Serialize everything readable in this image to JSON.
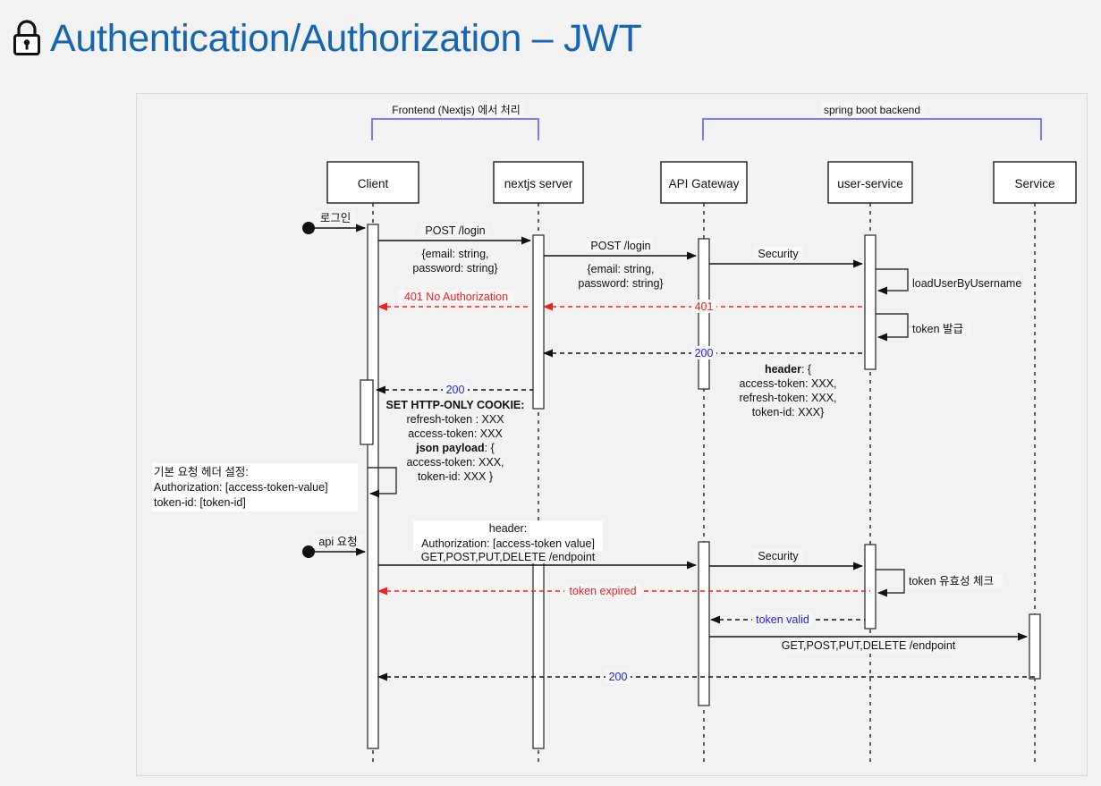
{
  "header": {
    "icon": "lock-icon",
    "title": "Authentication/Authorization – JWT",
    "title_color": "#1565B0"
  },
  "diagram": {
    "type": "sequence-diagram",
    "groups": [
      {
        "id": "frontend",
        "label": "Frontend (Nextjs) 에서 처리",
        "from": "Client",
        "to": "nextjs server",
        "color": "#6f6fe8"
      },
      {
        "id": "backend",
        "label": "spring boot backend",
        "from": "API Gateway",
        "to": "Service",
        "color": "#6f6fe8"
      }
    ],
    "participants": [
      {
        "id": "client",
        "label": "Client"
      },
      {
        "id": "nextjs",
        "label": "nextjs server"
      },
      {
        "id": "gateway",
        "label": "API Gateway"
      },
      {
        "id": "userservice",
        "label": "user-service"
      },
      {
        "id": "service",
        "label": "Service"
      }
    ],
    "messages": [
      {
        "id": "m1",
        "label": "로그인",
        "from": "actor",
        "to": "client",
        "style": "solid"
      },
      {
        "id": "m2",
        "label": "POST /login",
        "from": "client",
        "to": "nextjs",
        "style": "solid"
      },
      {
        "id": "m2b",
        "label_line1": "{email: string,",
        "label_line2": "password: string}",
        "style": "note"
      },
      {
        "id": "m3",
        "label": "POST /login",
        "from": "nextjs",
        "to": "gateway",
        "style": "solid"
      },
      {
        "id": "m3b",
        "label_line1": "{email: string,",
        "label_line2": "password: string}",
        "style": "note"
      },
      {
        "id": "m4",
        "label": "Security",
        "from": "gateway",
        "to": "userservice",
        "style": "solid"
      },
      {
        "id": "m5",
        "label": "loadUserByUsername",
        "from": "userservice",
        "to": "userservice",
        "style": "self"
      },
      {
        "id": "m6",
        "label": "401 No Authorization",
        "from": "nextjs",
        "to": "client",
        "style": "dashed-red"
      },
      {
        "id": "m7",
        "label": "401",
        "from": "userservice",
        "to": "nextjs",
        "style": "dashed-red"
      },
      {
        "id": "m8",
        "label": "token 발급",
        "from": "userservice",
        "to": "userservice",
        "style": "self"
      },
      {
        "id": "m9",
        "label": "200",
        "from": "userservice",
        "to": "nextjs",
        "style": "dashed-blue"
      },
      {
        "id": "m9note",
        "label_line1": "header: {",
        "label_line2": "access-token: XXX,",
        "label_line3": "refresh-token: XXX,",
        "label_line4": "token-id: XXX}",
        "bold_prefix": "header",
        "style": "note"
      },
      {
        "id": "m10",
        "label": "200",
        "from": "nextjs",
        "to": "client",
        "style": "dashed-blue"
      },
      {
        "id": "m10note",
        "label_line1": "SET HTTP-ONLY COOKIE:",
        "label_line2": "refresh-token : XXX",
        "label_line3": "access-token: XXX",
        "label_line4": "json payload: {",
        "label_line5": "access-token: XXX,",
        "label_line6": "token-id: XXX }",
        "style": "note"
      },
      {
        "id": "m11",
        "label_line1": "기본 요청 헤더 설정:",
        "label_line2": "Authorization:  [access-token-value]",
        "label_line3": "token-id: [token-id]",
        "from": "client",
        "to": "client",
        "style": "self"
      },
      {
        "id": "m12",
        "label": "api 요청",
        "from": "actor",
        "to": "client",
        "style": "solid"
      },
      {
        "id": "m13",
        "label_line1": "header:",
        "label_line2": "Authorization: [access-token value]",
        "label_line3": "GET,POST,PUT,DELETE /endpoint",
        "from": "client",
        "to": "gateway",
        "style": "solid"
      },
      {
        "id": "m14",
        "label": "Security",
        "from": "gateway",
        "to": "userservice",
        "style": "solid"
      },
      {
        "id": "m15",
        "label": "token 유효성 체크",
        "from": "userservice",
        "to": "userservice",
        "style": "self"
      },
      {
        "id": "m16",
        "label": "token expired",
        "from": "userservice",
        "to": "client",
        "style": "dashed-red"
      },
      {
        "id": "m17",
        "label": "token valid",
        "from": "userservice",
        "to": "gateway",
        "style": "dashed-blue"
      },
      {
        "id": "m18",
        "label": "GET,POST,PUT,DELETE /endpoint",
        "from": "gateway",
        "to": "service",
        "style": "solid"
      },
      {
        "id": "m19",
        "label": "200",
        "from": "service",
        "to": "client",
        "style": "dashed-blue"
      }
    ],
    "colors": {
      "group_bracket": "#6f6fe8",
      "error": "#ee2222",
      "success": "#2222ee",
      "line": "#111111",
      "frame_bg": "#f2f2f2"
    }
  }
}
